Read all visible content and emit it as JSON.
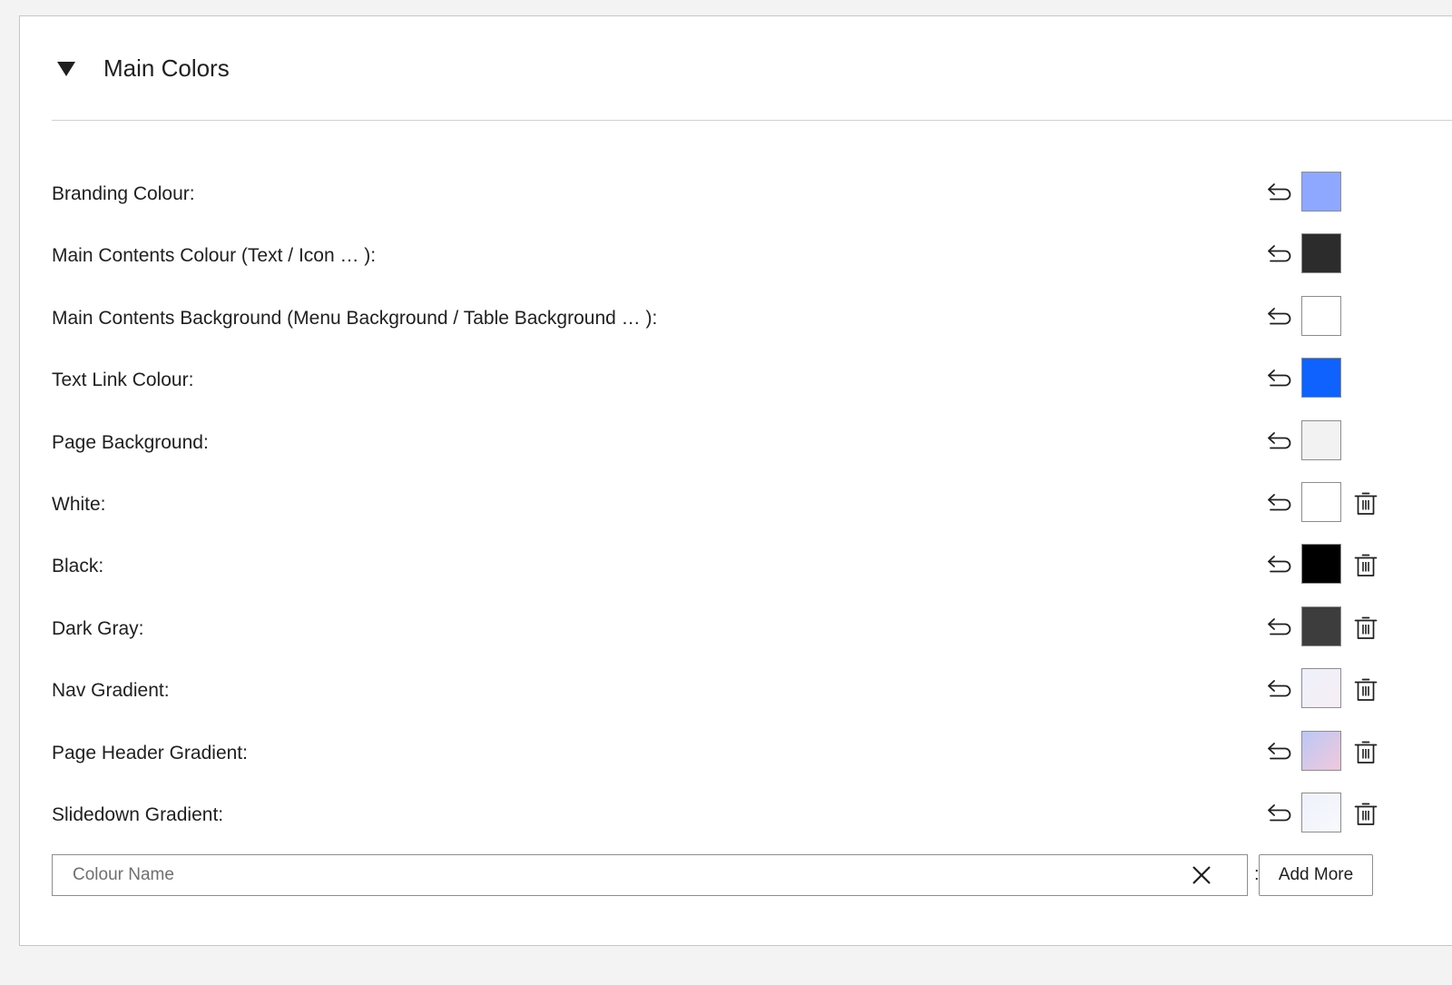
{
  "section": {
    "title": "Main Colors",
    "expanded": true
  },
  "colors": [
    {
      "label": "Branding Colour:",
      "swatch": "#8ea8ff",
      "deletable": false
    },
    {
      "label": "Main Contents Colour (Text / Icon … ):",
      "swatch": "#2c2c2c",
      "deletable": false
    },
    {
      "label": "Main Contents Background (Menu Background / Table Background … ):",
      "swatch": "#ffffff",
      "deletable": false
    },
    {
      "label": "Text Link Colour:",
      "swatch": "#0f62fe",
      "deletable": false
    },
    {
      "label": "Page Background:",
      "swatch": "#f2f2f2",
      "deletable": false
    },
    {
      "label": "White:",
      "swatch": "#ffffff",
      "deletable": true
    },
    {
      "label": "Black:",
      "swatch": "#000000",
      "deletable": true
    },
    {
      "label": "Dark Gray:",
      "swatch": "#3d3d3d",
      "deletable": true
    },
    {
      "label": "Nav Gradient:",
      "swatch": "linear-gradient(135deg, #eef0fb 0%, #f7eef4 100%)",
      "deletable": true
    },
    {
      "label": "Page Header Gradient:",
      "swatch": "linear-gradient(135deg, #bcc8f4 0%, #f1c8dc 100%)",
      "deletable": true
    },
    {
      "label": "Slidedown Gradient:",
      "swatch": "linear-gradient(135deg, #eef1fb 0%, #f9f9fd 100%)",
      "deletable": true
    }
  ],
  "add_colour": {
    "placeholder": "Colour Name",
    "value": "",
    "separator": ":",
    "button_label": "Add More"
  },
  "icons": {
    "reset": "undo-arrow-icon",
    "delete": "trash-icon",
    "clear": "close-icon",
    "collapse": "caret-down-icon"
  }
}
